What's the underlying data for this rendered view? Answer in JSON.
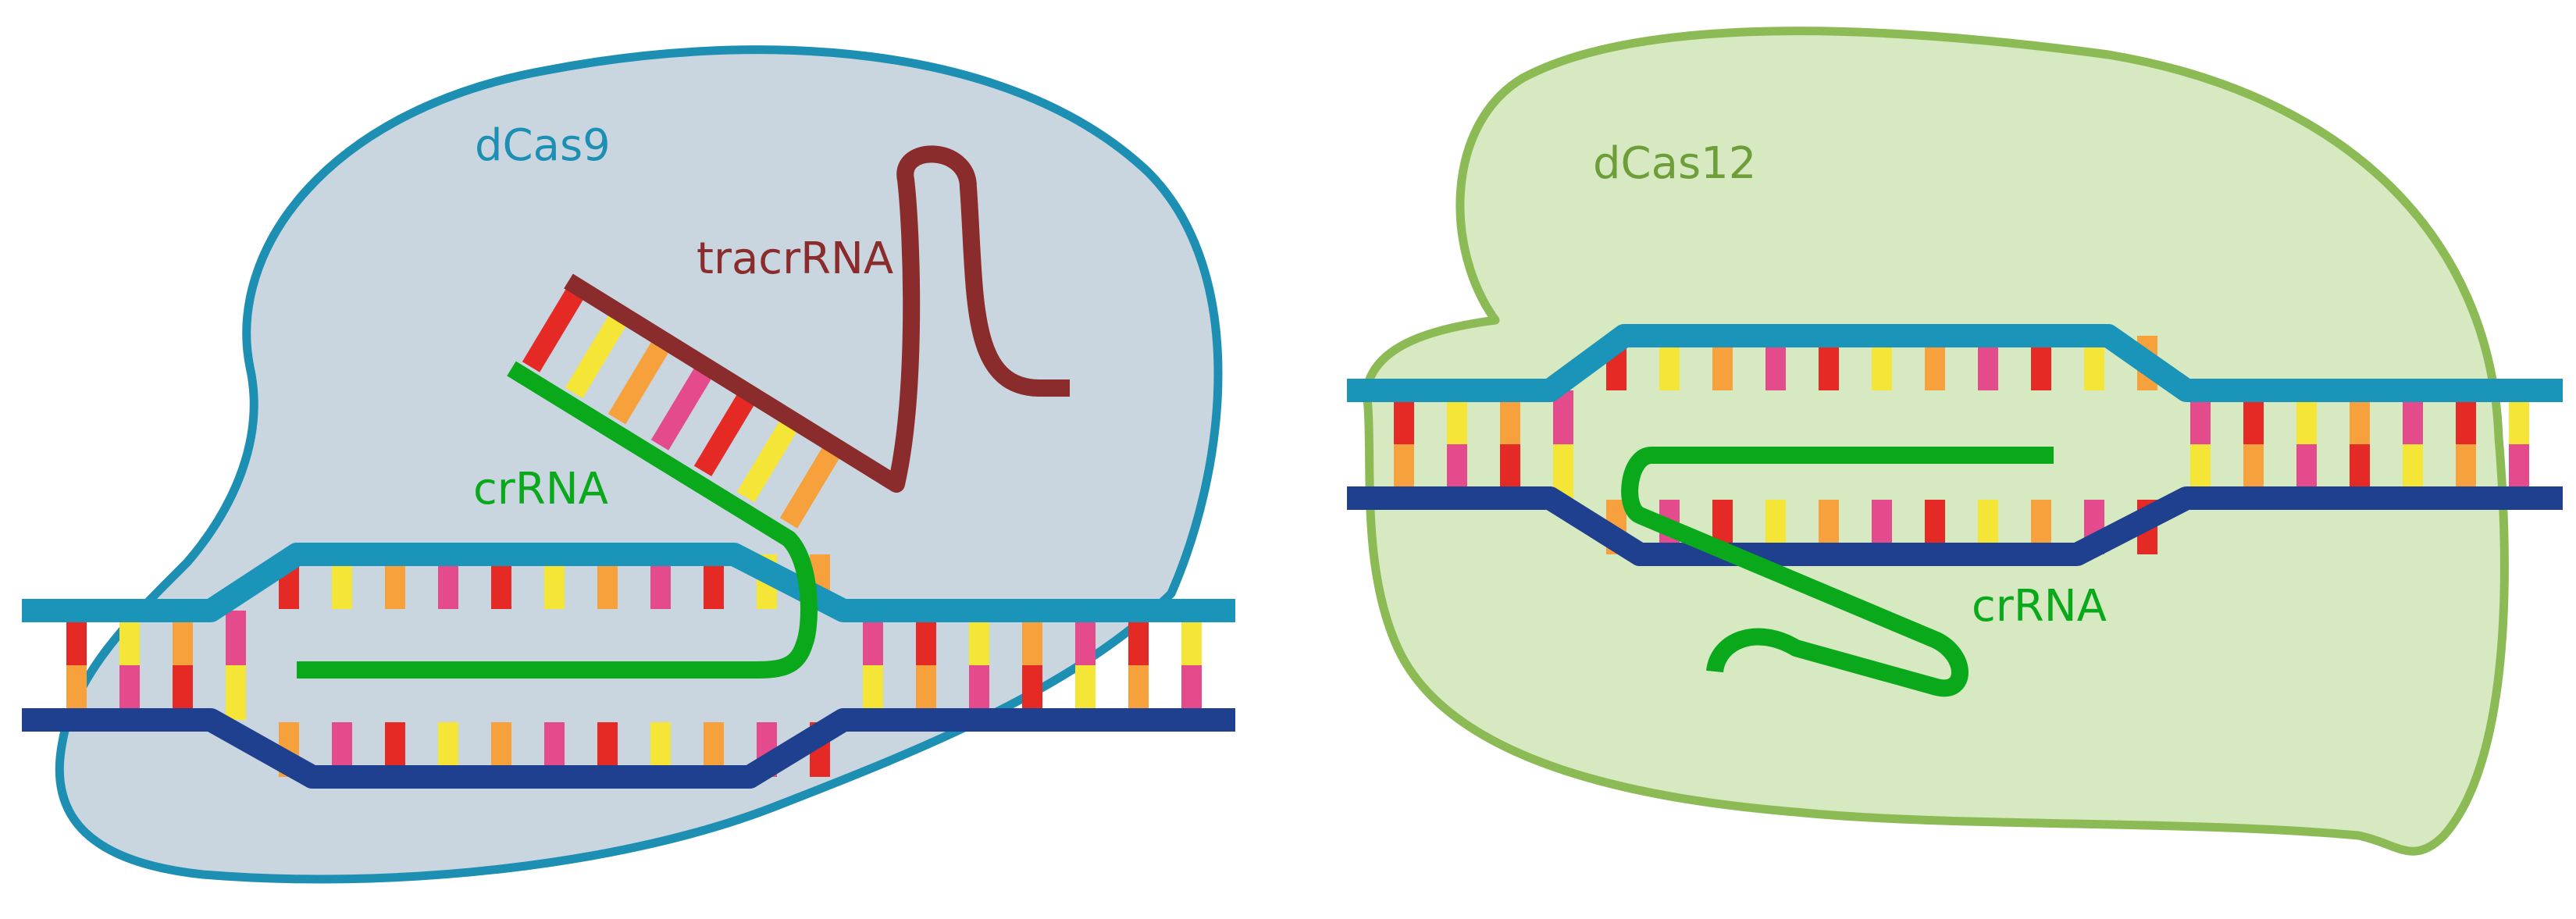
{
  "panels": {
    "cas9": {
      "protein_label": "dCas9",
      "tracr_label": "tracrRNA",
      "cr_label": "crRNA"
    },
    "cas12": {
      "protein_label": "dCas12",
      "cr_label": "crRNA"
    }
  },
  "colors": {
    "cas9_fill": "#c9d6e0",
    "cas9_outline": "#1d8fb3",
    "cas12_fill": "#d6e9c0",
    "cas12_outline": "#8cbb55",
    "dna_top_strand": "#1a94b8",
    "dna_bottom_strand": "#1f3f8f",
    "crrna": "#0aa91c",
    "tracrrna": "#8b2c2c",
    "base_red": "#e52a25",
    "base_yellow": "#f5e536",
    "base_orange": "#f7a13c",
    "base_pink": "#e44b8d"
  }
}
